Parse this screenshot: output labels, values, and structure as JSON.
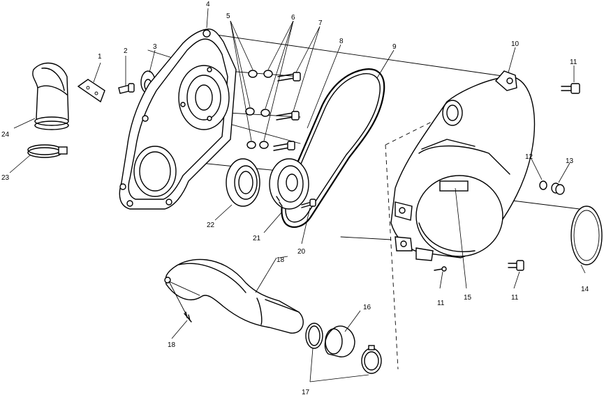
{
  "callouts": {
    "c1": "1",
    "c2": "2",
    "c3": "3",
    "c4": "4",
    "c5": "5",
    "c6": "6",
    "c7": "7",
    "c8": "8",
    "c9": "9",
    "c10": "10",
    "c11a": "11",
    "c11b": "11",
    "c11c": "11",
    "c12": "12",
    "c13": "13",
    "c14": "14",
    "c15": "15",
    "c16": "16",
    "c17": "17",
    "c18": "18",
    "c18b": "18",
    "c20": "20",
    "c21": "21",
    "c22": "22",
    "c23": "23",
    "c24": "24"
  }
}
